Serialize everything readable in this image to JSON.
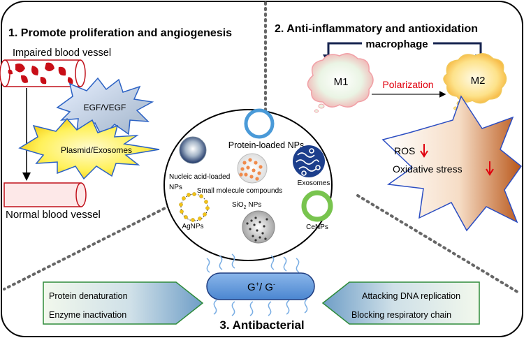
{
  "sections": {
    "s1": {
      "title": "1.  Promote proliferation and angiogenesis"
    },
    "s2": {
      "title": "2.  Anti-inflammatory and antioxidation",
      "subtitle": "macrophage"
    },
    "s3": {
      "title": "3.  Antibacterial"
    }
  },
  "vessels": {
    "impaired": "Impaired blood vessel",
    "normal": "Normal blood vessel"
  },
  "factors": {
    "egf": "EGF/VEGF",
    "plasmid": "Plasmid/Exosomes"
  },
  "macrophage": {
    "m1": "M1",
    "m2": "M2",
    "polarization": "Polarization"
  },
  "oxidation": {
    "ros": "ROS",
    "stress": "Oxidative stress"
  },
  "nanoparticles": {
    "protein": "Protein-loaded NPs",
    "nucleic_line1": "Nucleic acid-loaded",
    "nucleic_line2": "NPs",
    "small": "Small molecule compounds",
    "exosomes": "Exosomes",
    "sio2_base": "SiO",
    "sio2_sub": "2",
    "sio2_rest": " NPs",
    "ag": "AgNPs",
    "ce": "CeNPs"
  },
  "bacteria": {
    "label_main": "G",
    "label_sup1": "+",
    "label_sep": "/ G",
    "label_sup2": "-",
    "left1": "Protein denaturation",
    "left2": "Enzyme inactivation",
    "right1": "Attacking DNA replication",
    "right2": "Blocking respiratory chain"
  },
  "colors": {
    "red": "#e0000e",
    "navy": "#16234f",
    "green_border": "#2e8b3a",
    "orange": "#c9651a"
  }
}
